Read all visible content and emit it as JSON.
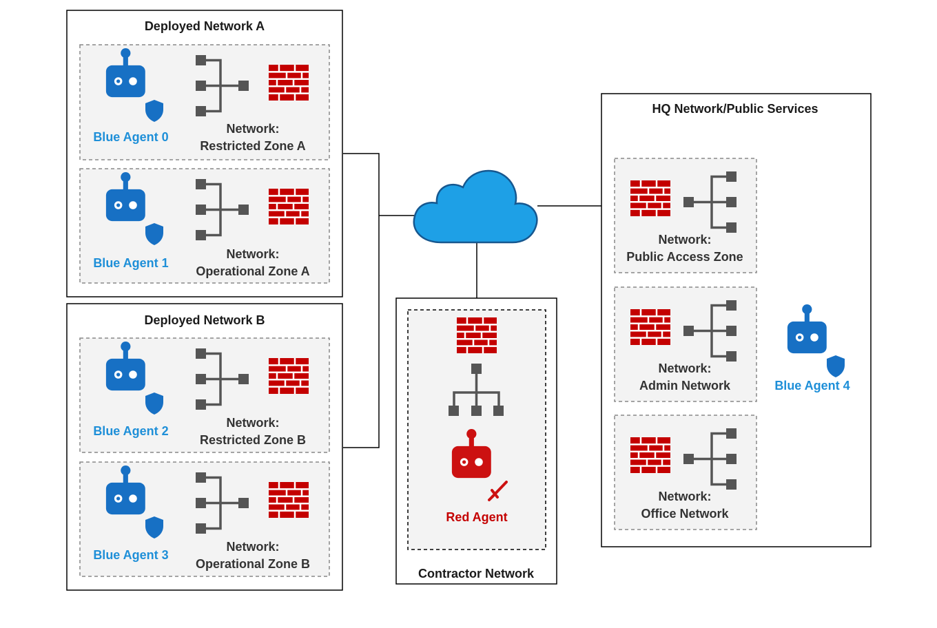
{
  "colors": {
    "blue_agent": "#1770c4",
    "blue_label": "#1e8fd8",
    "red": "#c40000",
    "red_agent": "#cc1111",
    "cloud": "#1ea0e6",
    "cloud_stroke": "#16578f",
    "gray_icon": "#555555",
    "subnet_fill": "#f3f3f3",
    "subnet_border": "#888888"
  },
  "groups": {
    "deployed_a": {
      "title": "Deployed Network A"
    },
    "deployed_b": {
      "title": "Deployed Network B"
    },
    "hq": {
      "title": "HQ Network/Public Services"
    },
    "contractor": {
      "title": "Contractor Network"
    }
  },
  "subnets": {
    "restricted_a": {
      "agent": "Blue Agent 0",
      "line1": "Network:",
      "line2": "Restricted Zone A"
    },
    "operational_a": {
      "agent": "Blue Agent 1",
      "line1": "Network:",
      "line2": "Operational Zone A"
    },
    "restricted_b": {
      "agent": "Blue Agent 2",
      "line1": "Network:",
      "line2": "Restricted Zone B"
    },
    "operational_b": {
      "agent": "Blue Agent 3",
      "line1": "Network:",
      "line2": "Operational Zone B"
    },
    "public_access": {
      "line1": "Network:",
      "line2": "Public Access Zone"
    },
    "admin": {
      "line1": "Network:",
      "line2": "Admin Network"
    },
    "office": {
      "line1": "Network:",
      "line2": "Office Network"
    }
  },
  "hq_agent": {
    "label": "Blue Agent 4"
  },
  "red_agent": {
    "label": "Red Agent"
  },
  "icons": [
    "robot-icon",
    "shield-icon",
    "sword-icon",
    "firewall-icon",
    "network-switch-icon",
    "cloud-icon"
  ]
}
